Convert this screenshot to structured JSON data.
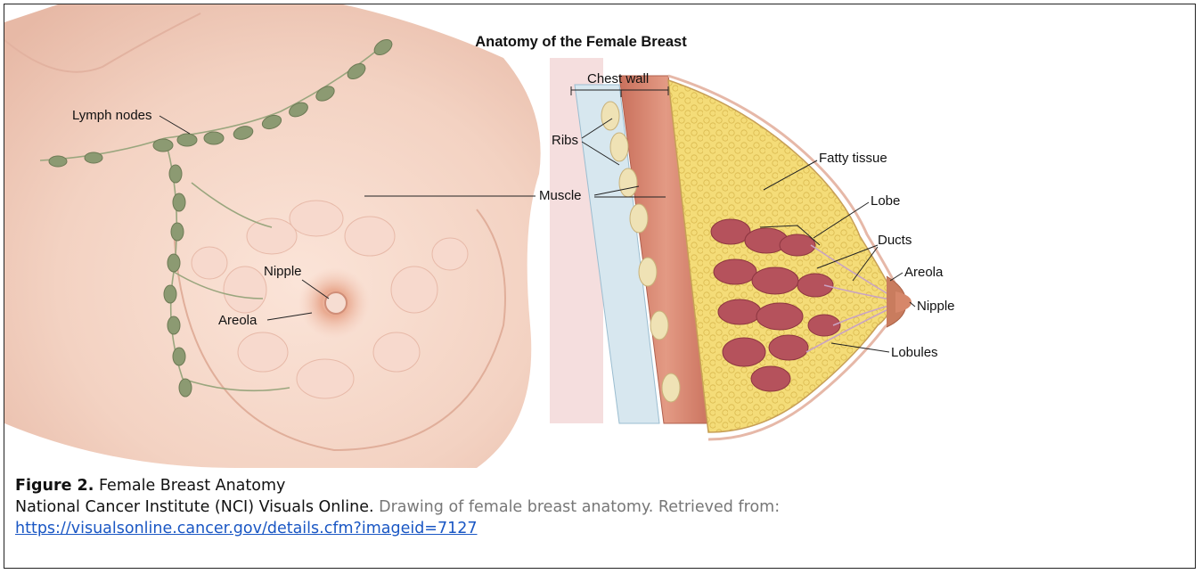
{
  "figure": {
    "title": "Anatomy of the Female Breast",
    "front_view_labels": {
      "lymph_nodes": "Lymph nodes",
      "nipple": "Nipple",
      "areola": "Areola"
    },
    "side_view_labels": {
      "chest_wall": "Chest wall",
      "ribs": "Ribs",
      "muscle": "Muscle",
      "fatty_tissue": "Fatty tissue",
      "lobe": "Lobe",
      "ducts": "Ducts",
      "areola": "Areola",
      "nipple": "Nipple",
      "lobules": "Lobules"
    }
  },
  "caption": {
    "figure_label": "Figure 2.",
    "figure_title": "Female Breast Anatomy",
    "source_name": "National Cancer Institute (NCI) Visuals Online.",
    "source_desc": "Drawing of female breast anatomy. Retrieved from:",
    "link": "https://visualsonline.cancer.gov/details.cfm?imageid=7127"
  },
  "colors": {
    "skin_light": "#f9e6dc",
    "skin_mid": "#f0cdbd",
    "lymph_node": "#8c9a72",
    "fat": "#f3d870",
    "lobule": "#b5525c",
    "muscle": "#d98a74"
  }
}
